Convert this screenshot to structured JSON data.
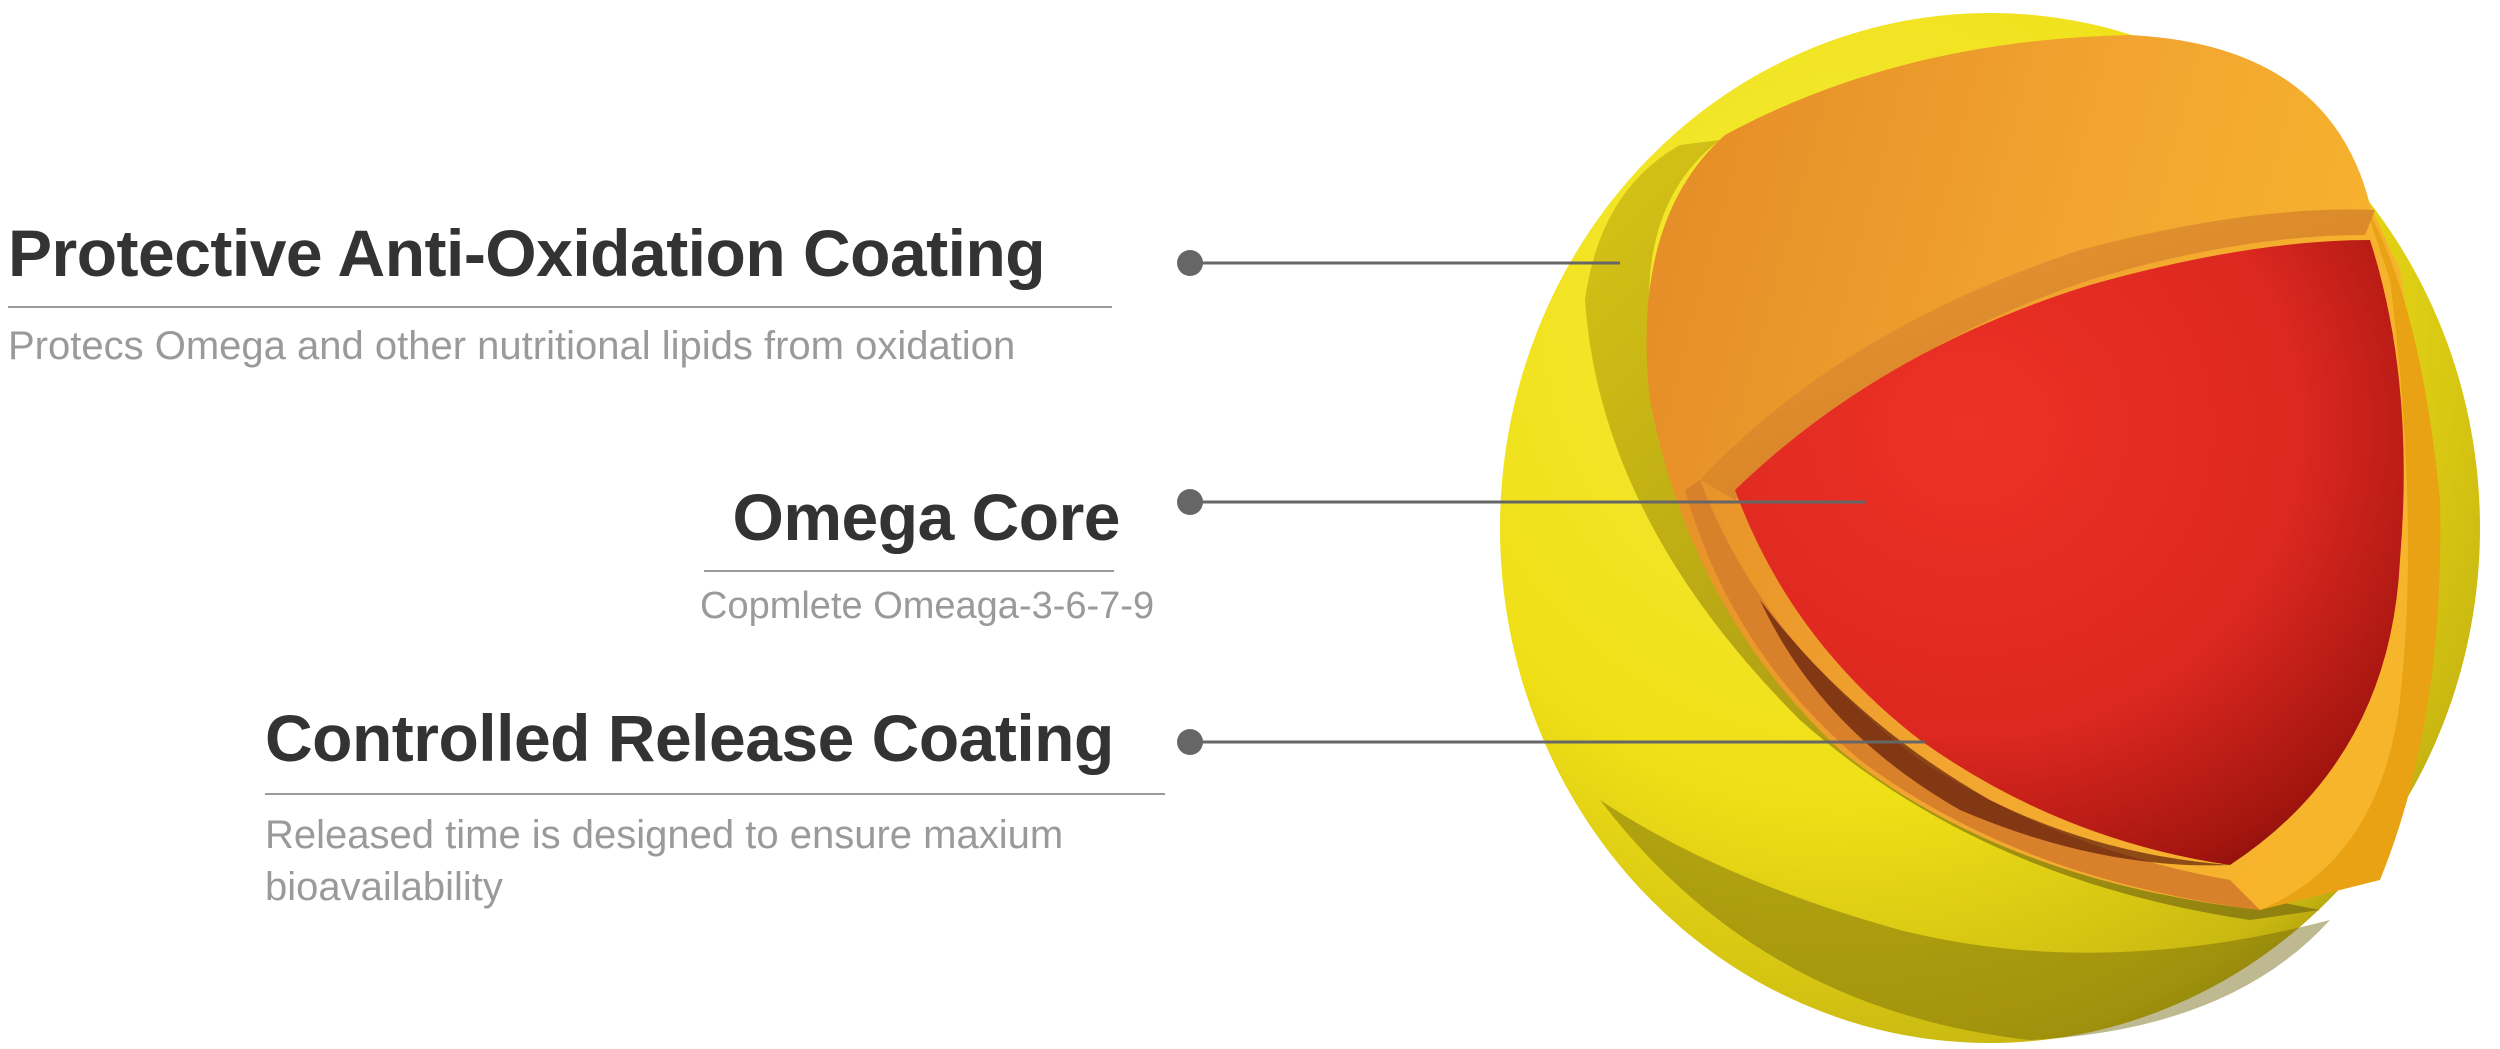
{
  "layers": [
    {
      "title": "Protective Anti-Oxidation Coating",
      "description": "Protecs Omega and other nutritional lipids from oxidation"
    },
    {
      "title": "Omega Core",
      "description": "Copmlete Omeaga-3-6-7-9"
    },
    {
      "title": "Controlled Release Coating",
      "description": "Released time is designed to ensure maxium bioavailability"
    }
  ],
  "colors": {
    "outer_shell": "#f2e21a",
    "middle_layer": "#f0a12a",
    "core": "#e2271f",
    "text_dark": "#333333",
    "text_muted": "#9a9a9a",
    "leader_line": "#666666"
  }
}
